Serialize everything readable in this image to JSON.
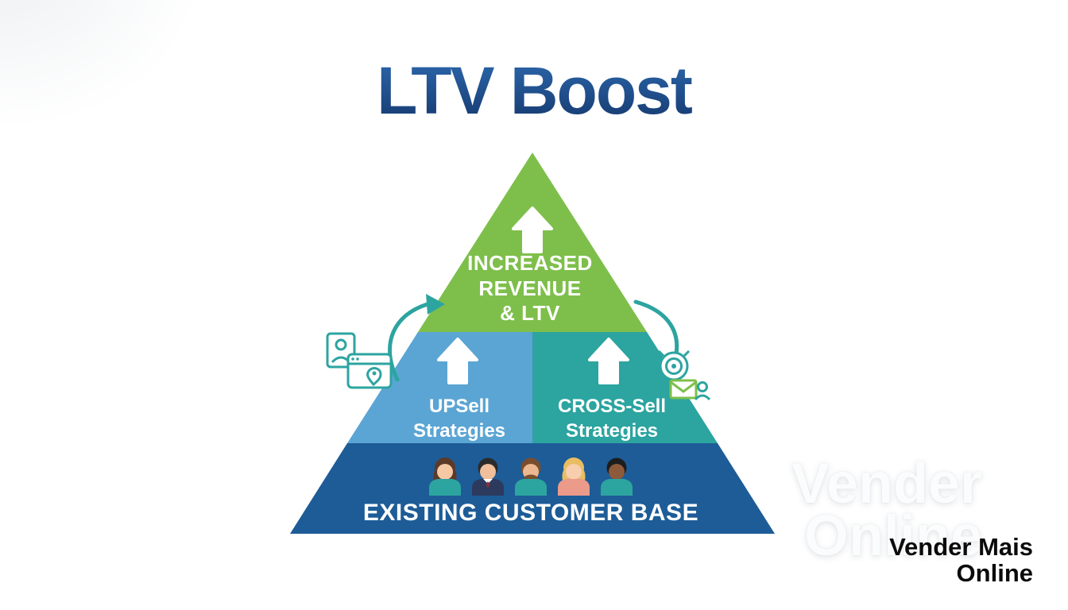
{
  "title": "LTV Boost",
  "colors": {
    "green": "#7ebf4b",
    "blue": "#5ba5d4",
    "teal": "#2ca4a0",
    "dark_blue": "#1d5c97",
    "white": "#ffffff",
    "icon_teal": "#2ca4a0",
    "icon_green": "#7ebf4b"
  },
  "pyramid": {
    "top": {
      "lines": [
        "INCREASED",
        "REVENUE",
        "& LTV"
      ]
    },
    "mid_left": {
      "lines": [
        "UPSell",
        "Strategies"
      ]
    },
    "mid_right": {
      "lines": [
        "CROSS-Sell",
        "Strategies"
      ]
    },
    "base": {
      "label": "EXISTING CUSTOMER BASE"
    }
  },
  "watermark": {
    "line1": "Vender",
    "line2": "Online"
  },
  "brand": {
    "line1": "Vender Mais",
    "line2": "Online"
  }
}
